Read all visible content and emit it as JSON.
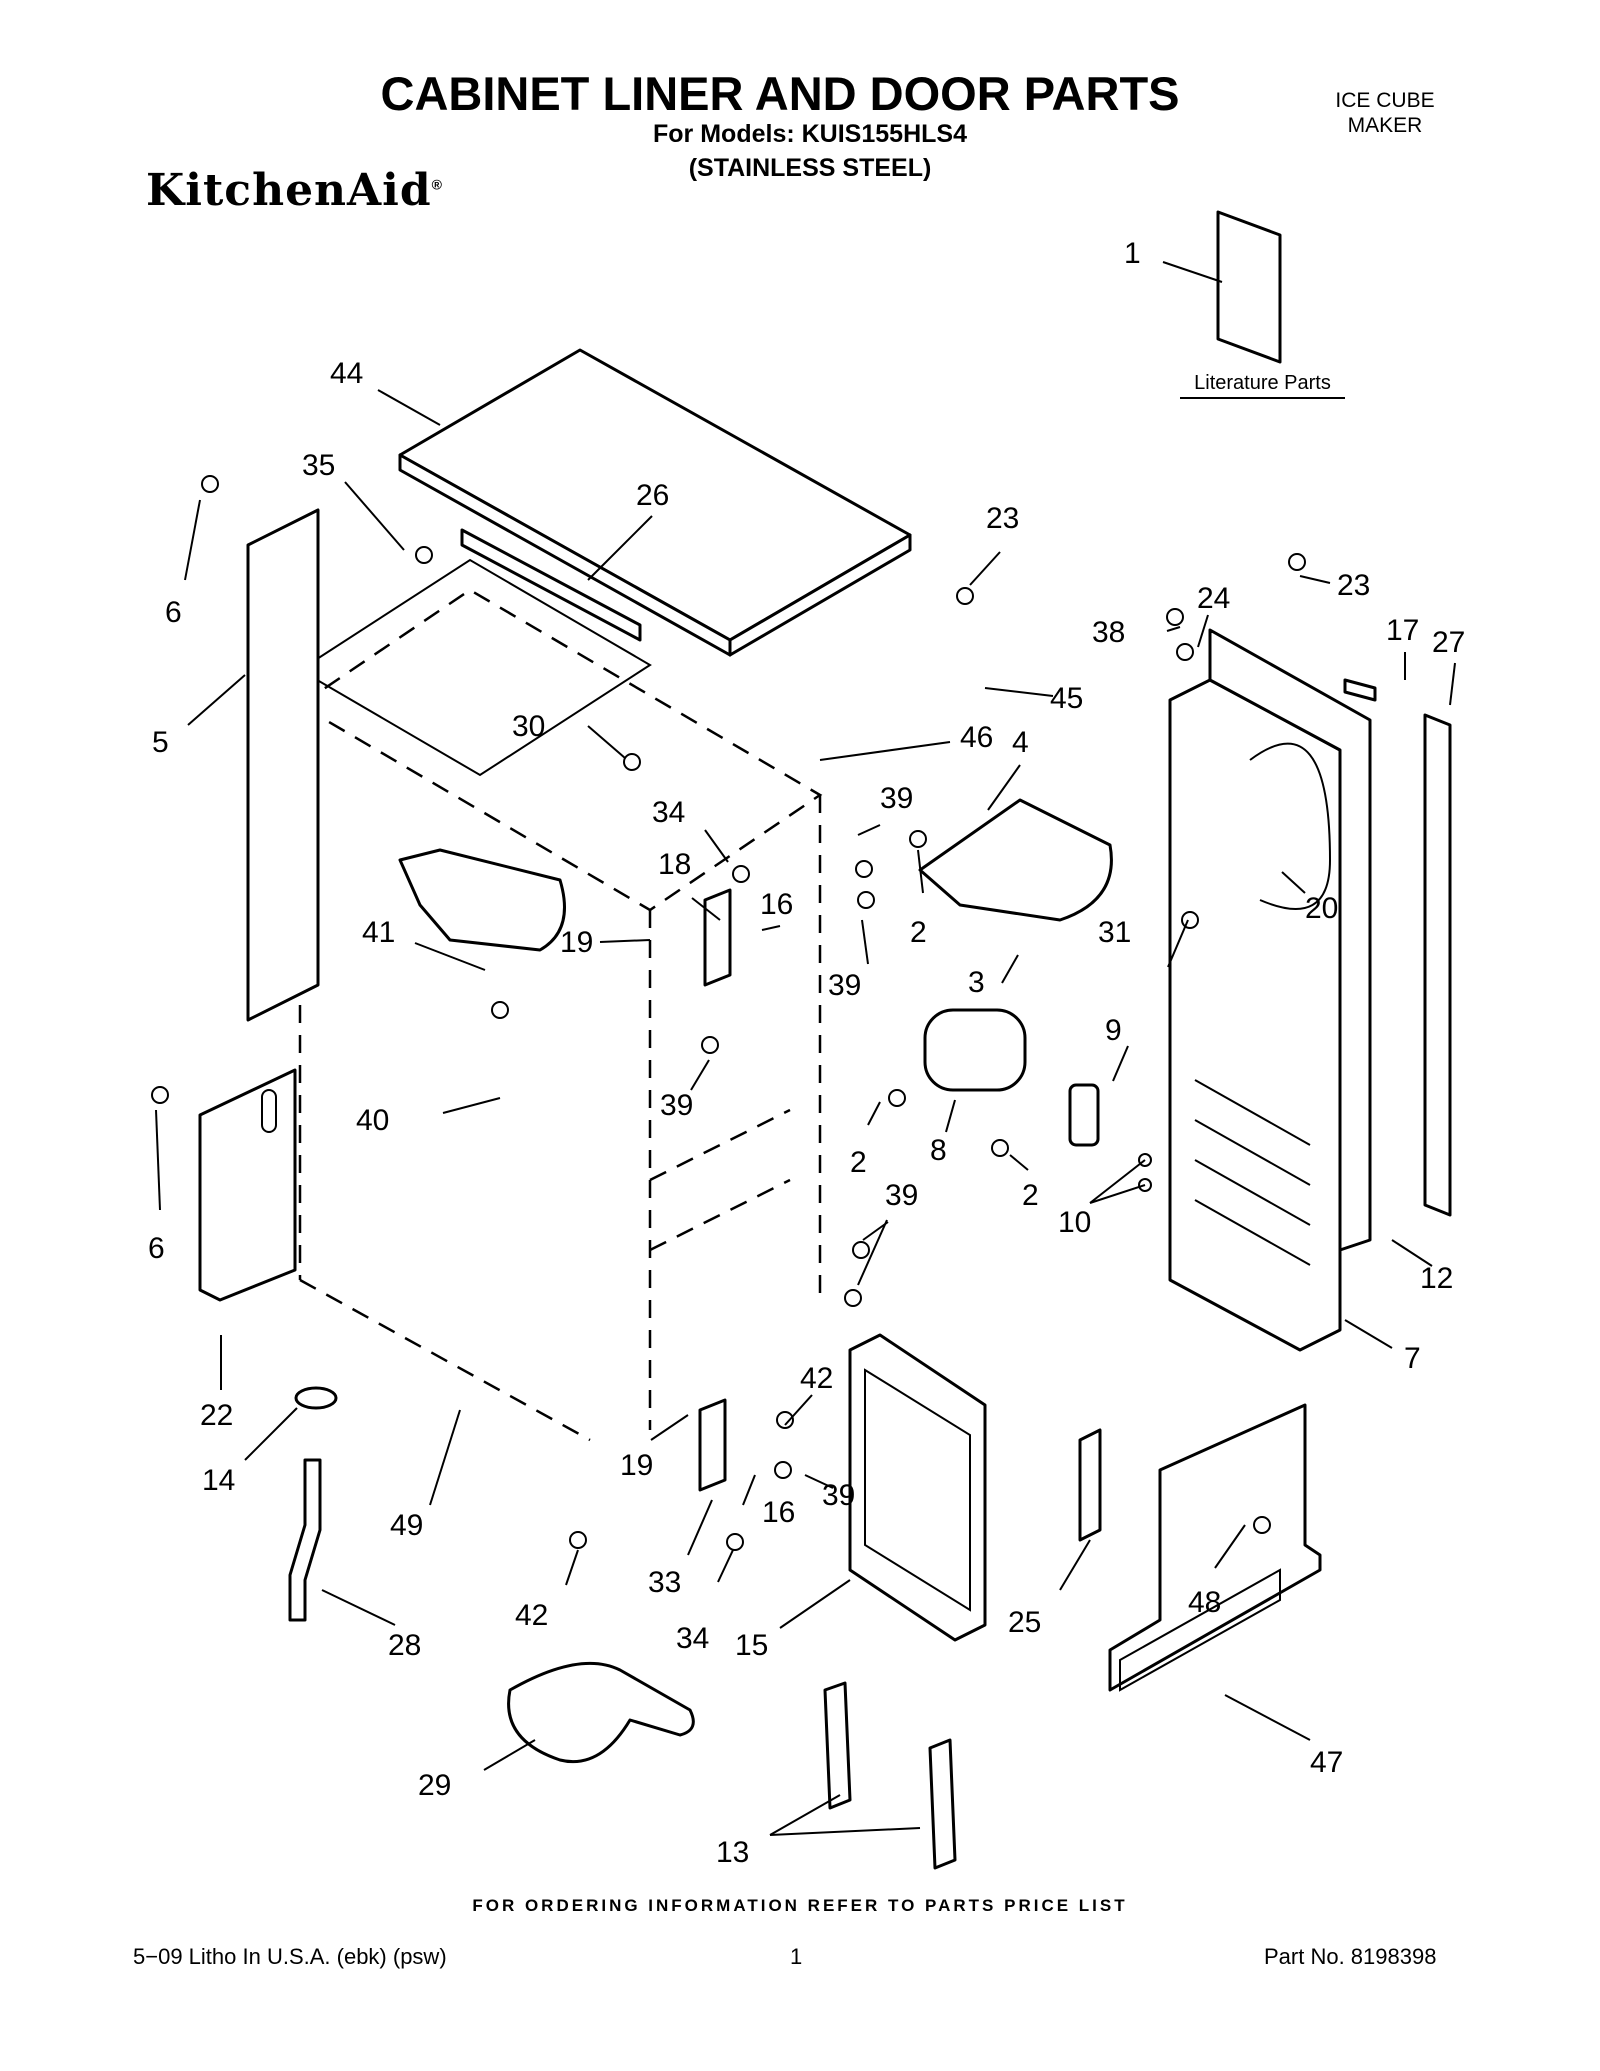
{
  "header": {
    "title": "CABINET LINER AND DOOR PARTS",
    "models_line": "For Models: KUIS155HLS4",
    "finish_line": "(STAINLESS STEEL)",
    "product_line1": "ICE CUBE",
    "product_line2": "MAKER",
    "brand": "KitchenAid",
    "brand_mark": "®"
  },
  "literature_label": "Literature Parts",
  "callouts": [
    "1",
    "44",
    "35",
    "26",
    "23",
    "23",
    "38",
    "24",
    "17",
    "27",
    "6",
    "5",
    "45",
    "30",
    "46",
    "4",
    "39",
    "34",
    "18",
    "16",
    "19",
    "41",
    "2",
    "39",
    "3",
    "31",
    "20",
    "9",
    "40",
    "8",
    "39",
    "6",
    "2",
    "2",
    "10",
    "39",
    "12",
    "7",
    "42",
    "22",
    "14",
    "19",
    "16",
    "39",
    "49",
    "33",
    "42",
    "28",
    "34",
    "15",
    "25",
    "48",
    "47",
    "29",
    "13"
  ],
  "footer": {
    "ordering_note": "FOR ORDERING INFORMATION REFER TO PARTS PRICE LIST",
    "left": "5−09 Litho In U.S.A. (ebk) (psw)",
    "center": "1",
    "right": "Part No. 8198398"
  }
}
